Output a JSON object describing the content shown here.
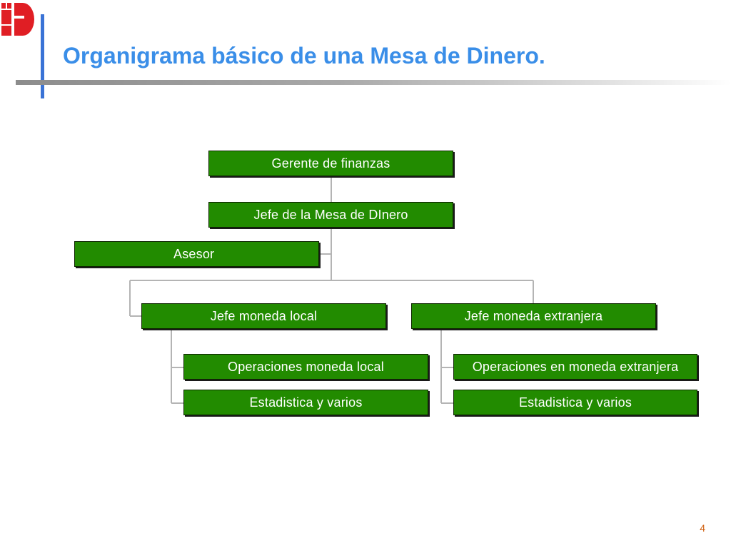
{
  "slide": {
    "title": "Organigrama básico de una Mesa de Dinero.",
    "page_number": "4"
  },
  "org_chart": {
    "top": "Gerente de finanzas",
    "head": "Jefe de la Mesa de DInero",
    "advisor": "Asesor",
    "local_chief": "Jefe moneda local",
    "foreign_chief": "Jefe moneda extranjera",
    "local_units": [
      "Operaciones moneda local",
      "Estadistica y varios"
    ],
    "foreign_units": [
      "Operaciones en moneda extranjera",
      "Estadistica y varios"
    ]
  },
  "colors": {
    "box_fill": "#228b00",
    "title": "#3a8ee8",
    "accent": "#3a73d6",
    "logo": "#e01e24",
    "page_number": "#d06010"
  },
  "logo": {
    "icon": "logo-icon"
  }
}
